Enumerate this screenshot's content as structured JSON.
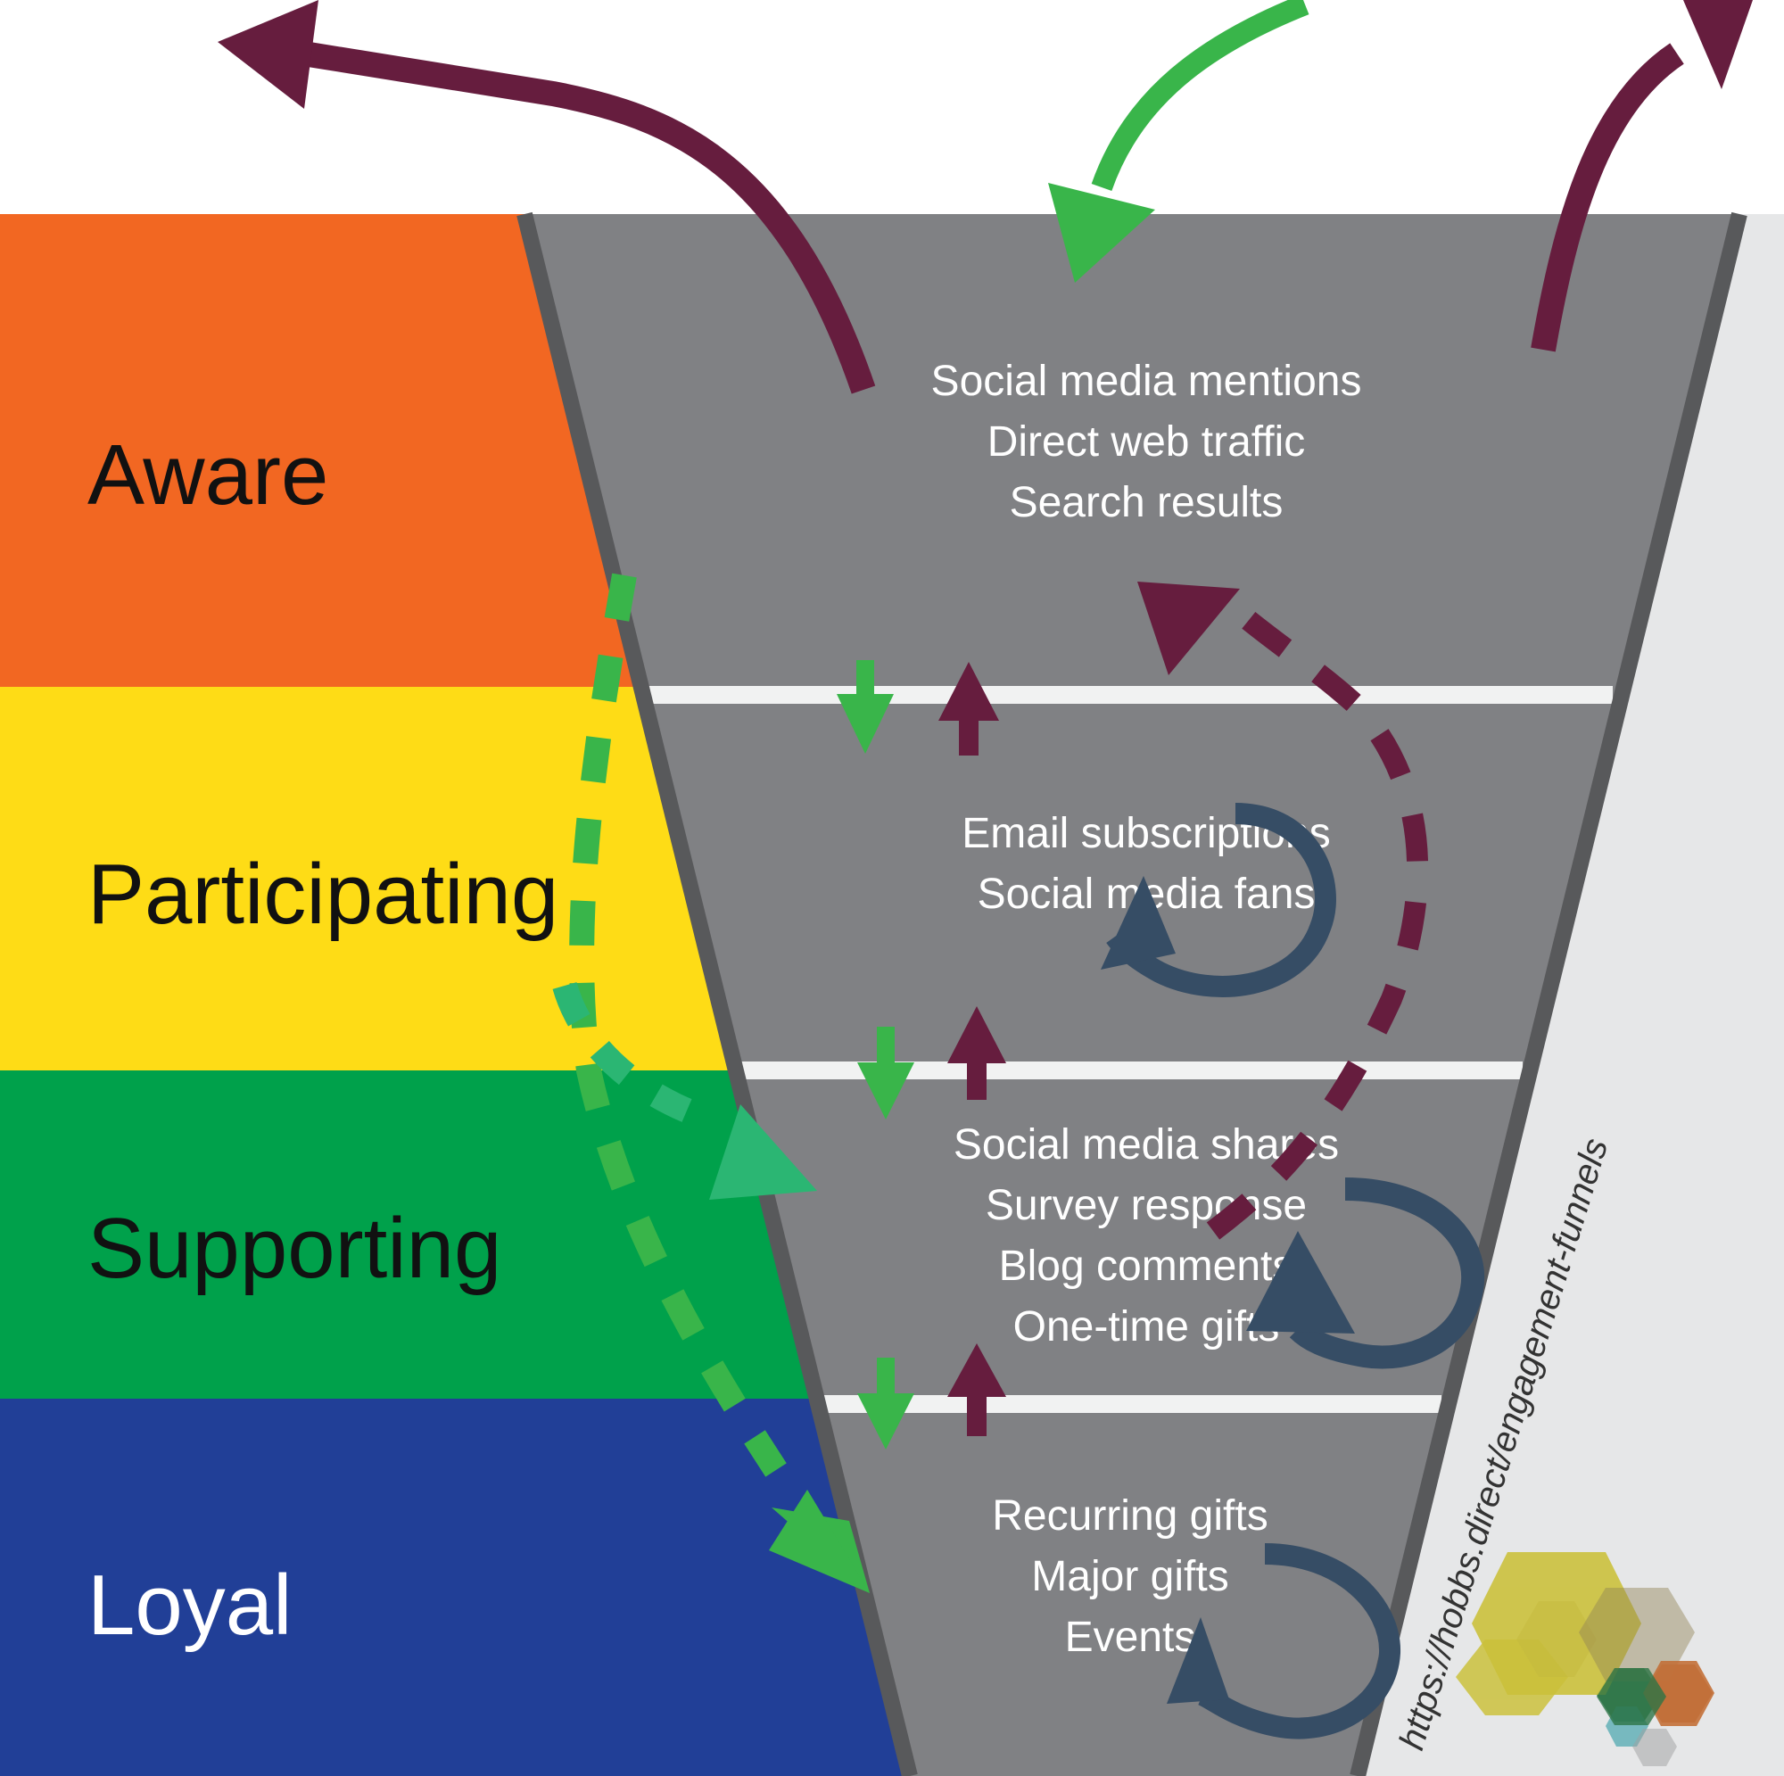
{
  "stages": [
    {
      "label": "Aware",
      "color": "#F26722",
      "text_color": "#111111"
    },
    {
      "label": "Participating",
      "color": "#FEDC16",
      "text_color": "#111111"
    },
    {
      "label": "Supporting",
      "color": "#00A14B",
      "text_color": "#111111"
    },
    {
      "label": "Loyal",
      "color": "#213F97",
      "text_color": "#ffffff"
    }
  ],
  "funnel": {
    "fill": "#808184",
    "edge": "#58595B",
    "divider": "#F1F2F2",
    "right_panel": "#E6E7E8",
    "sections": [
      {
        "lines": [
          "Social media mentions",
          "Direct web traffic",
          "Search results"
        ]
      },
      {
        "lines": [
          "Email subscriptions",
          "Social media fans"
        ]
      },
      {
        "lines": [
          "Social media shares",
          "Survey response",
          "Blog comments",
          "One-time gifts"
        ]
      },
      {
        "lines": [
          "Recurring gifts",
          "Major gifts",
          "Events"
        ]
      }
    ]
  },
  "arrow_colors": {
    "inflow": "#39B54A",
    "outflow": "#661D3E",
    "loop": "#364D65",
    "dashed_green": "#39B54A",
    "dashed_teal": "#2BB673"
  },
  "url": "https://hobbs.direct/engagement-funnels",
  "logo_colors": [
    "#C9BE2E",
    "#8C7C4A",
    "#C0662A",
    "#1E6B3A",
    "#3AA0A8",
    "#9A9A9A"
  ]
}
